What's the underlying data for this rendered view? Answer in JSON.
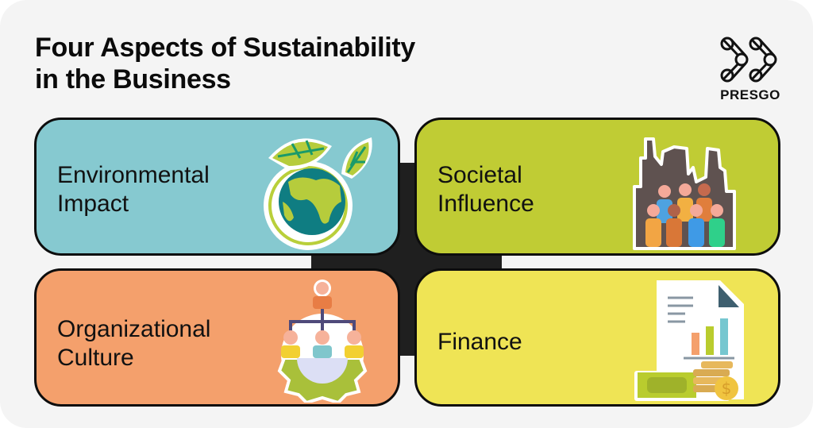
{
  "header": {
    "title_line1": "Four Aspects of Sustainability",
    "title_line2": "in the Business"
  },
  "logo": {
    "text": "PRESGO",
    "icon": "presgo-double-chevron-logo"
  },
  "colors": {
    "background": "#f4f4f4",
    "center_cross": "#1f1f1f",
    "environmental": "#86c9d0",
    "societal": "#c0cc34",
    "organizational": "#f4a06c",
    "finance": "#efe455"
  },
  "cards": [
    {
      "id": "environmental",
      "line1": "Environmental",
      "line2": "Impact",
      "icon": "earth-with-leaves-icon"
    },
    {
      "id": "societal",
      "line1": "Societal",
      "line2": "Influence",
      "icon": "people-city-icon"
    },
    {
      "id": "organizational",
      "line1": "Organizational",
      "line2": "Culture",
      "icon": "org-chart-gear-icon"
    },
    {
      "id": "finance",
      "line1": "Finance",
      "line2": "",
      "icon": "finance-report-money-icon"
    }
  ]
}
